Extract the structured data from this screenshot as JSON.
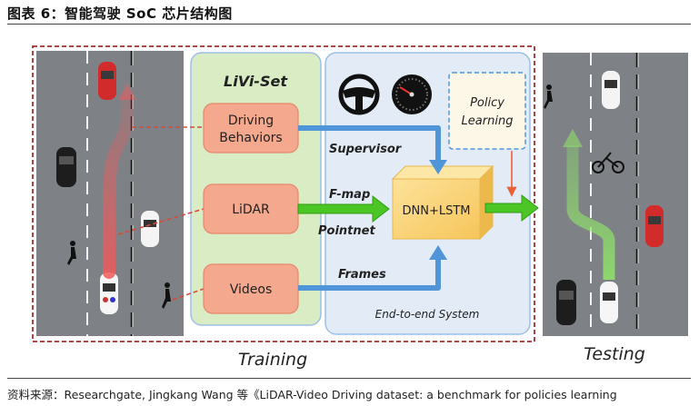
{
  "header": {
    "title": "图表 6：智能驾驶 SoC 芯片结构图"
  },
  "diagram": {
    "livi_title": "LiVi-Set",
    "inputs": [
      {
        "label_line1": "Driving",
        "label_line2": "Behaviors"
      },
      {
        "label_line1": "LiDAR",
        "label_line2": ""
      },
      {
        "label_line1": "Videos",
        "label_line2": ""
      }
    ],
    "edges": {
      "supervisor": "Supervisor",
      "fmap": "F-map",
      "pointnet": "Pointnet",
      "frames": "Frames"
    },
    "model": "DNN+LSTM",
    "policy_line1": "Policy",
    "policy_line2": "Learning",
    "system_caption": "End-to-end System",
    "training_label": "Training",
    "testing_label": "Testing",
    "colors": {
      "livi_panel": "#d9ecc4",
      "system_panel": "#e3ecf6",
      "input_box": "#f4a98f",
      "model_box": "#fbd779",
      "blue_arrow": "#4f95d8",
      "green_arrow": "#4cc624",
      "frame_dash": "#a03030"
    }
  },
  "footer": {
    "source": "资料来源：Researchgate, Jingkang Wang 等《LiDAR-Video Driving dataset: a benchmark for policies learning"
  }
}
